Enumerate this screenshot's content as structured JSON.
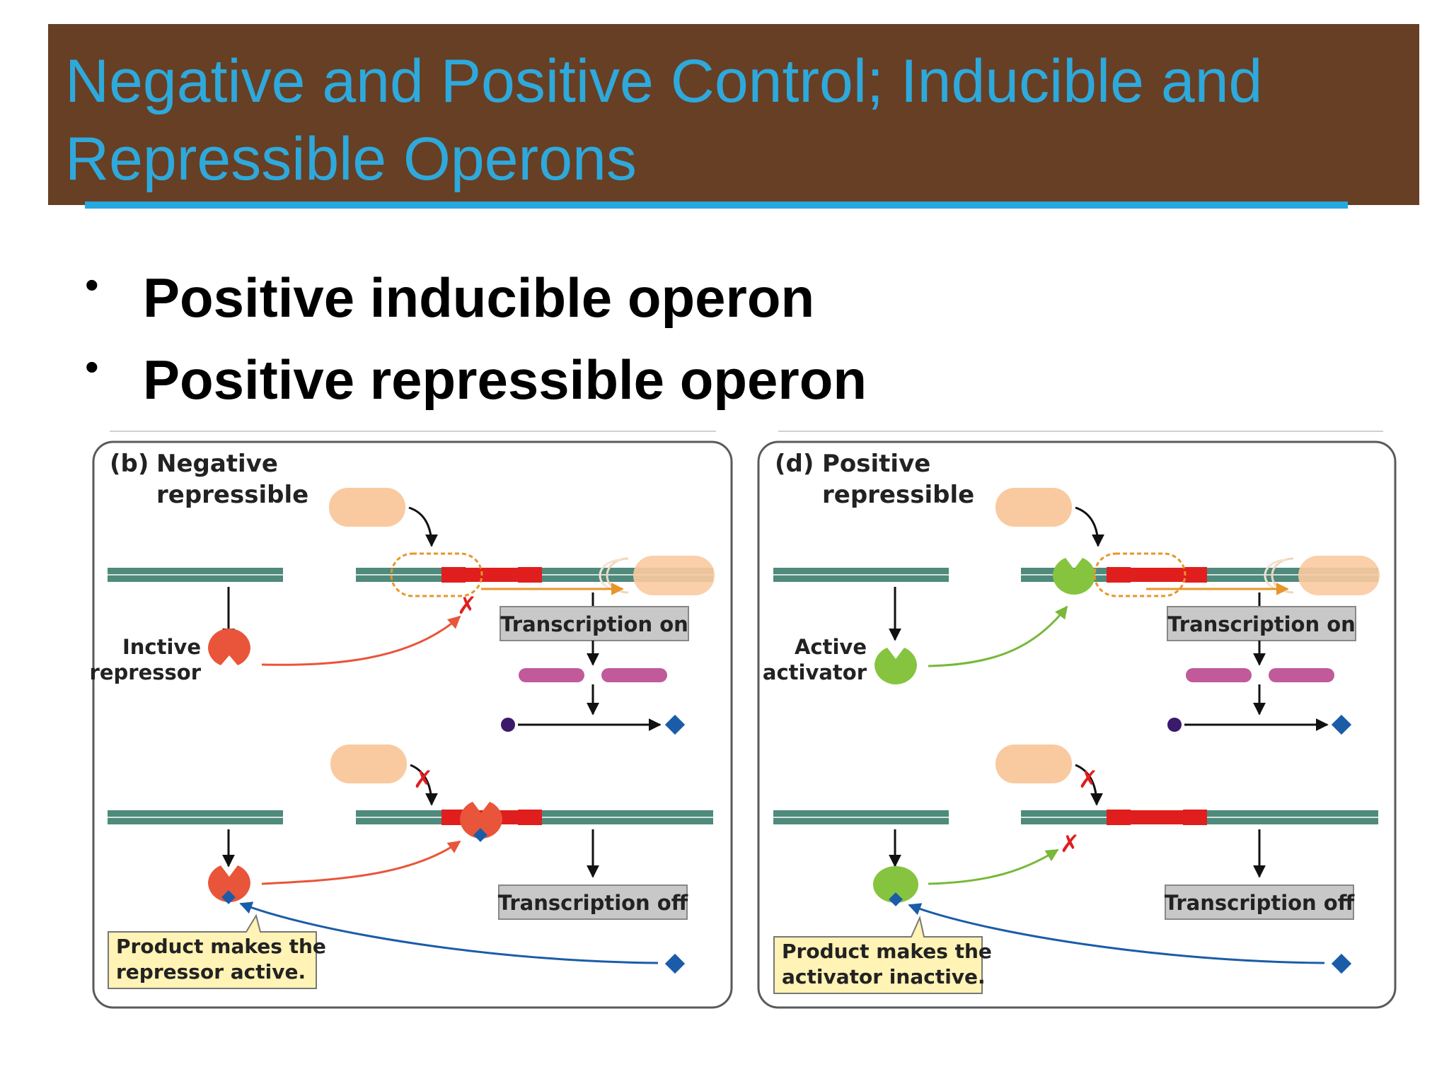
{
  "slide": {
    "title": "Negative and Positive Control; Inducible and Repressible Operons",
    "title_line1": "Negative and Positive Control; Inducible and",
    "title_line2": "Repressible Operons",
    "bullets": [
      "Positive inducible operon",
      "Positive repressible operon"
    ]
  },
  "panels": [
    {
      "label": "(b)",
      "heading_line1": "Negative",
      "heading_line2": "repressible",
      "regulator_label_line1": "Inctive",
      "regulator_label_line2": "repressor",
      "transcription_on": "Transcription on",
      "transcription_off": "Transcription off",
      "callout_line1": "Product makes the",
      "callout_line2": "repressor active."
    },
    {
      "label": "(d)",
      "heading_line1": "Positive",
      "heading_line2": "repressible",
      "regulator_label_line1": "Active",
      "regulator_label_line2": "activator",
      "transcription_on": "Transcription on",
      "transcription_off": "Transcription off",
      "callout_line1": "Product makes the",
      "callout_line2": "activator inactive."
    }
  ],
  "colors": {
    "title_background": "#673f24",
    "title_text": "#2ea9dc",
    "title_rule": "#26a8e0",
    "dna": "#4f8a7c",
    "operator": "#e01e1e",
    "repressor": "#e9553a",
    "activator": "#86c440",
    "rna_polymerase": "#f9caa0",
    "mrna": "#c05a9a",
    "product": "#1a5ca8",
    "substrate": "#3a1a6a",
    "label_box": "#c8c8c8",
    "callout_box": "#fff3b5"
  }
}
